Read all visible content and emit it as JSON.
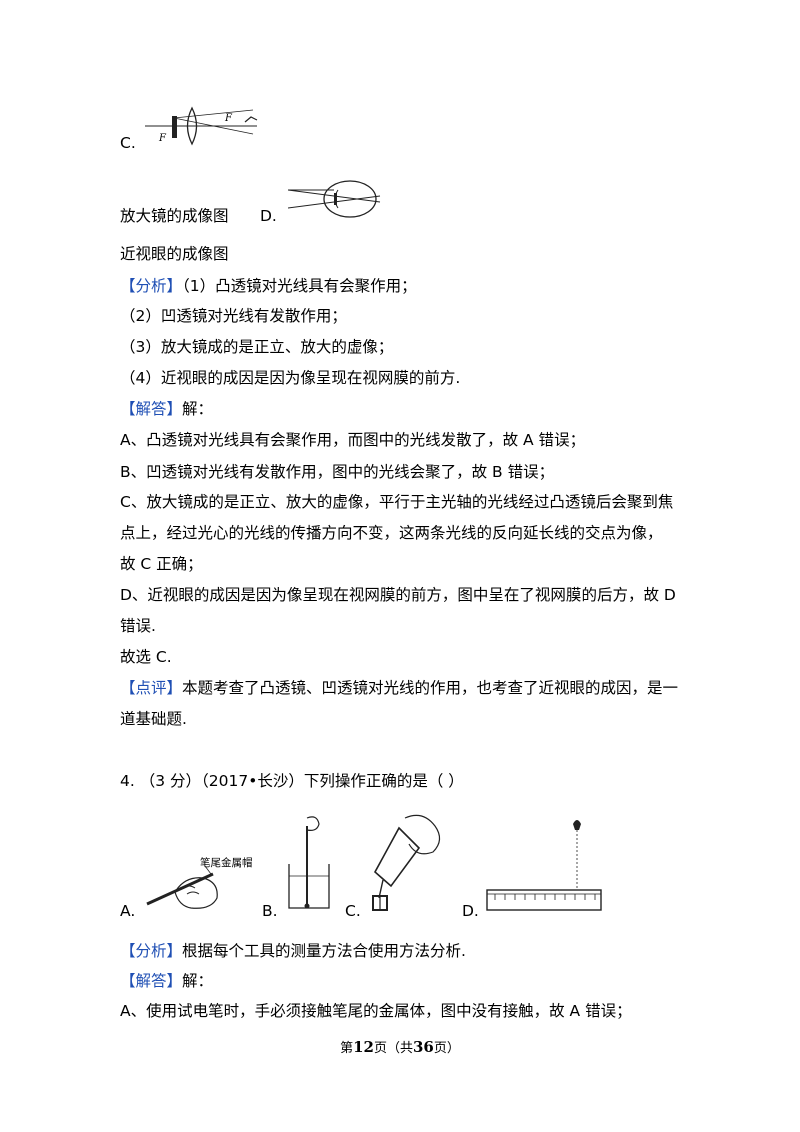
{
  "q3_tail": {
    "option_c": "C.",
    "caption_c": "放大镜的成像图",
    "option_d": "D.",
    "caption_d": "近视眼的成像图",
    "figure_c_labels": {
      "f_left": "F",
      "f_right": "F"
    },
    "analysis_tag": "【分析】",
    "analysis_lines": [
      "（1）凸透镜对光线具有会聚作用；",
      "（2）凹透镜对光线有发散作用；",
      "（3）放大镜成的是正立、放大的虚像；",
      "（4）近视眼的成因是因为像呈现在视网膜的前方."
    ],
    "solution_tag": "【解答】",
    "solution_colon": "解：",
    "solution_lines": [
      "A、凸透镜对光线具有会聚作用，而图中的光线发散了，故 A 错误；",
      "B、凹透镜对光线有发散作用，图中的光线会聚了，故 B 错误；",
      "C、放大镜成的是正立、放大的虚像，平行于主光轴的光线经过凸透镜后会聚到焦",
      "点上，经过光心的光线的传播方向不变，这两条光线的反向延长线的交点为像，",
      "故 C 正确；",
      "D、近视眼的成因是因为像呈现在视网膜的前方，图中呈在了视网膜的后方，故 D",
      "错误.",
      "故选 C."
    ],
    "comment_tag": "【点评】",
    "comment_line1": "本题考查了凸透镜、凹透镜对光线的作用，也考查了近视眼的成因，是一",
    "comment_line2": "道基础题."
  },
  "q4": {
    "question": "4.  （3 分）（2017•长沙）下列操作正确的是（     ）",
    "options": {
      "a": "A.",
      "b": "B.",
      "c": "C.",
      "d": "D."
    },
    "figure_a_label": "笔尾金属帽",
    "analysis_tag": "【分析】",
    "analysis_text": "根据每个工具的测量方法合使用方法分析.",
    "solution_tag": "【解答】",
    "solution_colon": "解：",
    "solution_line_a": "A、使用试电笔时，手必须接触笔尾的金属体，图中没有接触，故 A 错误；"
  },
  "footer": {
    "prefix": "第",
    "page": "12",
    "mid": "页（共",
    "total": "36",
    "suffix": "页）"
  }
}
